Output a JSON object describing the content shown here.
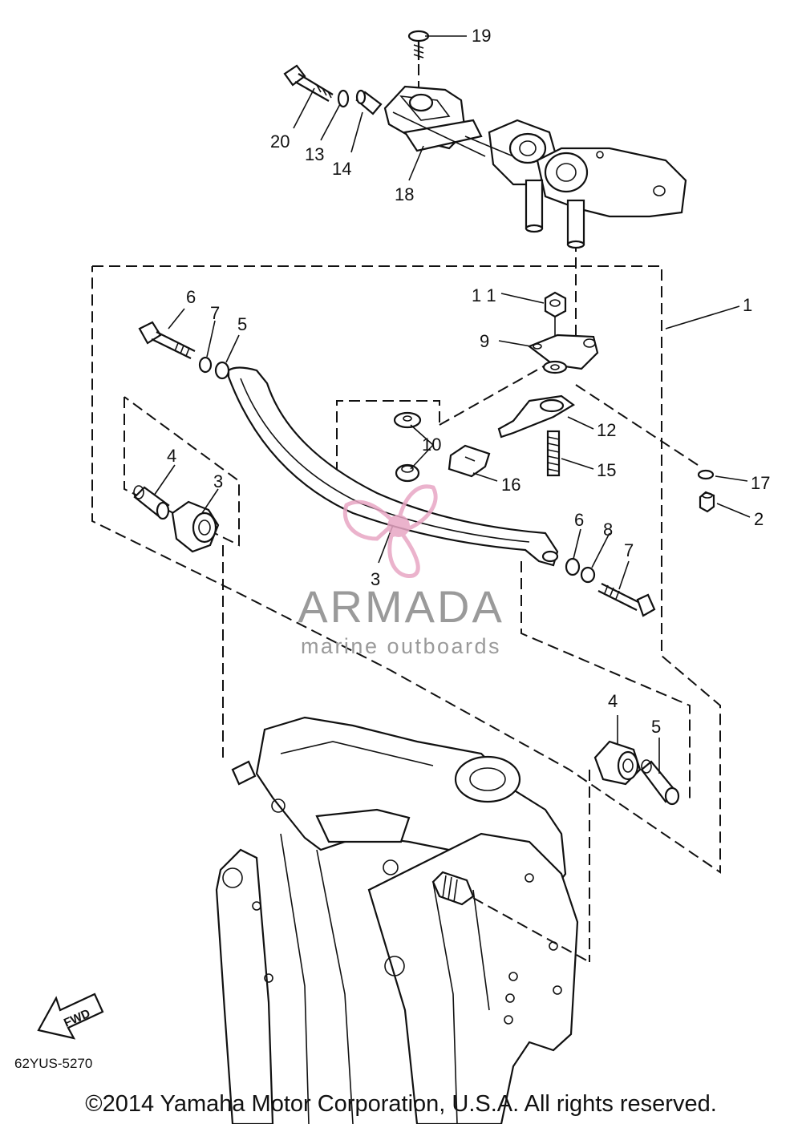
{
  "diagram": {
    "callouts": [
      {
        "id": "1",
        "label": "1"
      },
      {
        "id": "2",
        "label": "2"
      },
      {
        "id": "3a",
        "label": "3"
      },
      {
        "id": "3b",
        "label": "3"
      },
      {
        "id": "4a",
        "label": "4"
      },
      {
        "id": "4b",
        "label": "4"
      },
      {
        "id": "5a",
        "label": "5"
      },
      {
        "id": "5b",
        "label": "5"
      },
      {
        "id": "6a",
        "label": "6"
      },
      {
        "id": "6b",
        "label": "6"
      },
      {
        "id": "7a",
        "label": "7"
      },
      {
        "id": "7b",
        "label": "7"
      },
      {
        "id": "8",
        "label": "8"
      },
      {
        "id": "9",
        "label": "9"
      },
      {
        "id": "10",
        "label": "10"
      },
      {
        "id": "11",
        "label": "1 1"
      },
      {
        "id": "12",
        "label": "12"
      },
      {
        "id": "13",
        "label": "13"
      },
      {
        "id": "14",
        "label": "14"
      },
      {
        "id": "15",
        "label": "15"
      },
      {
        "id": "16",
        "label": "16"
      },
      {
        "id": "17",
        "label": "17"
      },
      {
        "id": "18",
        "label": "18"
      },
      {
        "id": "19",
        "label": "19"
      },
      {
        "id": "20",
        "label": "20"
      }
    ],
    "fwd_label": "FWD",
    "diagram_code": "62YUS-5270"
  },
  "watermark": {
    "brand": "ARMADA",
    "tagline": "marine outboards",
    "color": "#e8a6c4",
    "text_color": "#9a9a9a"
  },
  "footer": {
    "copyright": "©2014 Yamaha Motor Corporation, U.S.A. All rights reserved."
  }
}
